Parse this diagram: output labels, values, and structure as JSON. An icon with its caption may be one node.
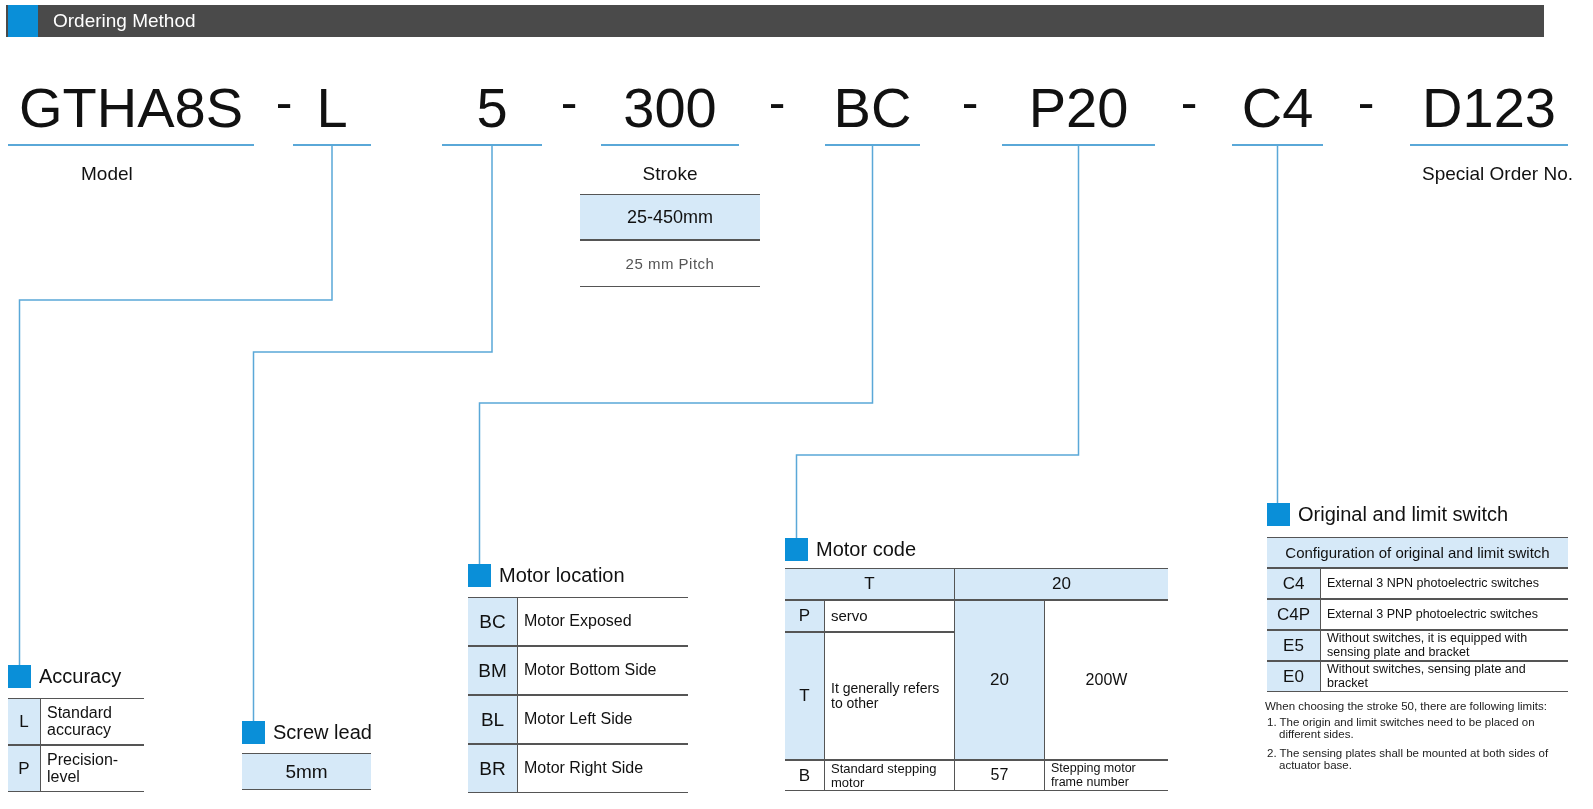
{
  "diagram": {
    "title": "Ordering Method",
    "nodes": [
      {
        "text": [
          "GTHA8S"
        ],
        "beside": [
          "Model"
        ]
      },
      {
        "text": [
          "L"
        ]
      },
      {
        "text": [
          "5"
        ]
      },
      {
        "text": [
          "300"
        ],
        "beside": [
          "Stroke"
        ]
      },
      {
        "text": [
          "BC"
        ]
      },
      {
        "text": [
          "P20"
        ]
      },
      {
        "text": [
          "C4"
        ]
      },
      {
        "text": [
          "D123"
        ],
        "beside": [
          "Special Order No."
        ]
      },
      {
        "text": [
          "Accuracy"
        ]
      },
      {
        "text": [
          "Screw lead"
        ]
      },
      {
        "text": [
          "Motor location"
        ]
      },
      {
        "text": [
          "Motor code"
        ]
      },
      {
        "text": [
          "Original and limit switch"
        ]
      }
    ],
    "edges": [
      {
        "from": 1,
        "to": 8,
        "arrow": "none"
      },
      {
        "from": 2,
        "to": 9,
        "arrow": "none"
      },
      {
        "from": 4,
        "to": 10,
        "arrow": "none"
      },
      {
        "from": 5,
        "to": 11,
        "arrow": "none"
      },
      {
        "from": 6,
        "to": 12,
        "arrow": "none"
      }
    ],
    "labels": [
      "-",
      "-",
      "-",
      "-",
      "-",
      "-",
      "25-450mm",
      "25 mm Pitch",
      "L",
      "Standard accuracy",
      "P",
      "Precision-level",
      "5mm",
      "BC",
      "Motor Exposed",
      "BM",
      "Motor Bottom Side",
      "BL",
      "Motor Left Side",
      "BR",
      "Motor Right Side",
      "T",
      "20",
      "P",
      "servo",
      "T",
      "It generally refers to other",
      "20",
      "200W",
      "B",
      "Standard stepping motor",
      "57",
      "Stepping motor frame number",
      "Configuration of original and limit switch",
      "C4",
      "External 3 NPN photoelectric switches",
      "C4P",
      "External 3 PNP photoelectric switches",
      "E5",
      "Without switches, it is equipped with sensing plate and bracket",
      "E0",
      "Without switches, sensing plate and bracket",
      "When choosing the stroke 50, there are following limits:",
      "1. The origin and limit switches need to be placed on different sides.",
      "2. The sensing plates shall be mounted at both sides of actuator base."
    ]
  }
}
